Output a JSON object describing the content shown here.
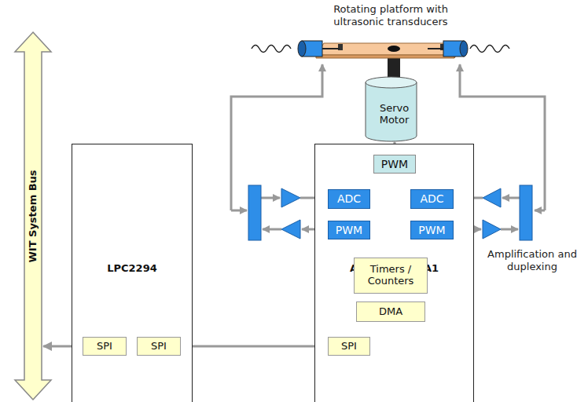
{
  "diagram": {
    "nodes": [
      {
        "text": [
          "WIT System Bus"
        ]
      },
      {
        "text": [
          "LPC2294"
        ]
      },
      {
        "text": [
          "SPI"
        ],
        "in": 1
      },
      {
        "text": [
          "SPI"
        ],
        "in": 1
      },
      {
        "text": [
          "Servo Motor"
        ]
      },
      {
        "text": [
          "ATxmega128A1"
        ]
      },
      {
        "text": [
          "PWM"
        ],
        "in": 5
      },
      {
        "text": [
          "ADC"
        ],
        "in": 5
      },
      {
        "text": [
          "ADC"
        ],
        "in": 5
      },
      {
        "text": [
          "PWM"
        ],
        "in": 5
      },
      {
        "text": [
          "PWM"
        ],
        "in": 5
      },
      {
        "text": [
          "Timers / Counters"
        ],
        "in": 5
      },
      {
        "text": [
          "DMA"
        ],
        "in": 5
      },
      {
        "text": [
          "SPI"
        ],
        "in": 5
      }
    ],
    "edges": [
      {
        "from": 0,
        "to": 2,
        "arrow": "both"
      },
      {
        "from": 3,
        "to": 13,
        "arrow": "both"
      },
      {
        "from": 6,
        "to": 4,
        "arrow": "to"
      }
    ],
    "labels": [
      "Rotating platform with ultrasonic transducers",
      "Amplification and duplexing"
    ]
  }
}
